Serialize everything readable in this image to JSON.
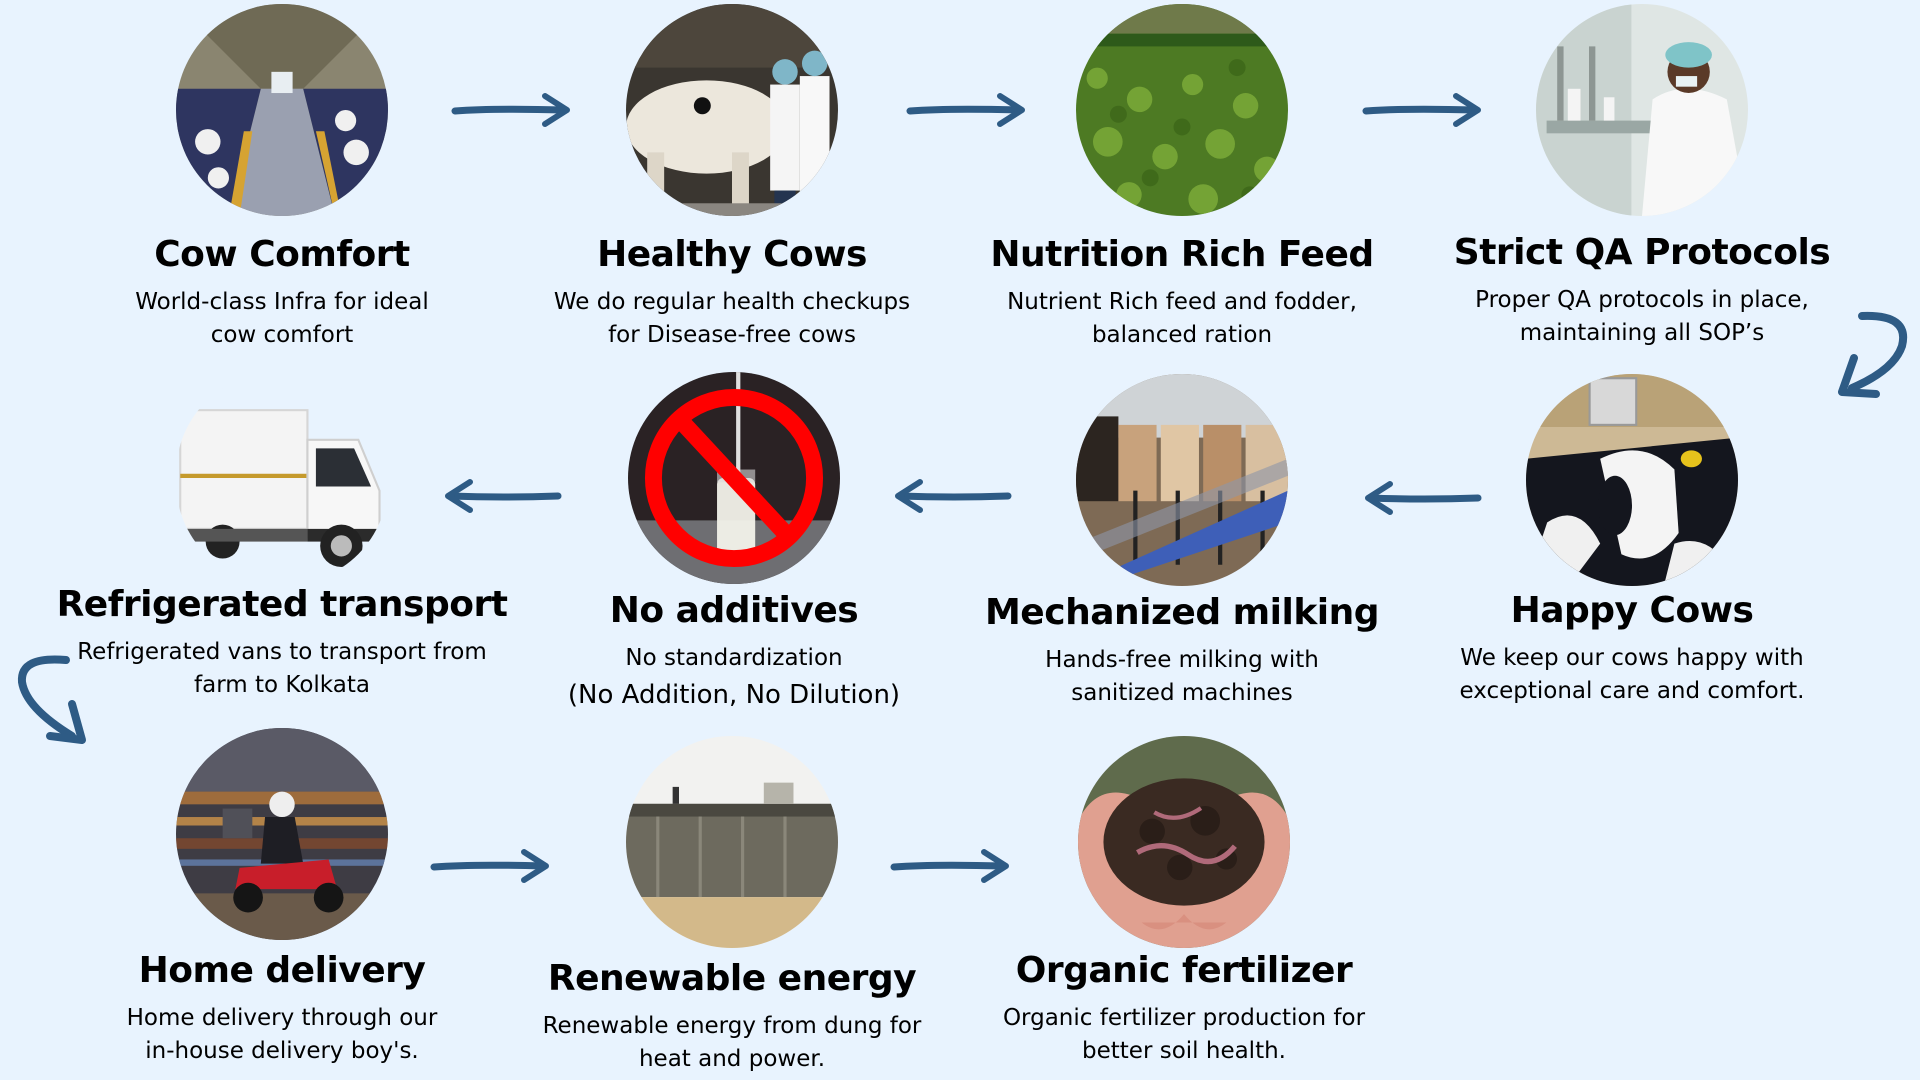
{
  "diagram": {
    "colors": {
      "background": "#e8f3fe",
      "arrow": "#2e5b85",
      "title_text": "#000000",
      "desc_text": "#111111"
    },
    "flow_order": [
      "cow-comfort",
      "healthy-cows",
      "nutrition-rich-feed",
      "strict-qa-protocols",
      "happy-cows",
      "mechanized-milking",
      "no-additives",
      "refrigerated-transport",
      "home-delivery",
      "renewable-energy",
      "organic-fertilizer"
    ],
    "steps": {
      "cow_comfort": {
        "title": "Cow Comfort",
        "desc_line1": "World-class Infra for ideal",
        "desc_line2": "cow comfort",
        "image": "cow-barn-photo"
      },
      "healthy_cows": {
        "title": "Healthy Cows",
        "desc_line1": "We do regular health checkups",
        "desc_line2": "for Disease-free cows",
        "image": "vet-checkup-photo"
      },
      "nutrition_rich_feed": {
        "title": "Nutrition Rich Feed",
        "desc_line1": "Nutrient Rich feed and fodder,",
        "desc_line2": "balanced ration",
        "image": "green-fodder-field-photo"
      },
      "strict_qa_protocols": {
        "title": "Strict QA Protocols",
        "desc_line1": "Proper QA protocols in place,",
        "desc_line2": "maintaining all SOP’s",
        "image": "lab-technician-photo"
      },
      "happy_cows": {
        "title": "Happy Cows",
        "desc_line1": "We keep our cows happy with",
        "desc_line2": "exceptional care and comfort.",
        "image": "holstein-cows-photo"
      },
      "mechanized_milking": {
        "title": "Mechanized milking",
        "desc_line1": "Hands-free milking with",
        "desc_line2": "sanitized machines",
        "image": "milking-parlor-photo"
      },
      "no_additives": {
        "title": "No additives",
        "desc_line1": "No standardization",
        "desc_line2": "(No Addition, No Dilution)",
        "image": "milk-glass-prohibited-photo"
      },
      "refrigerated_transport": {
        "title": "Refrigerated transport",
        "desc_line1": "Refrigerated vans to transport from",
        "desc_line2": "farm to Kolkata",
        "image": "refrigerated-van-photo"
      },
      "home_delivery": {
        "title": "Home delivery",
        "desc_line1": "Home delivery through our",
        "desc_line2": "in-house delivery boy's.",
        "image": "scooter-delivery-photo"
      },
      "renewable_energy": {
        "title": "Renewable energy",
        "desc_line1": "Renewable energy from dung for",
        "desc_line2": "heat and power.",
        "image": "biogas-plant-photo"
      },
      "organic_fertilizer": {
        "title": "Organic fertilizer",
        "desc_line1": "Organic fertilizer production for",
        "desc_line2": "better soil health.",
        "image": "vermicompost-hands-photo"
      }
    },
    "arrows": {
      "row1": [
        "arrow-right",
        "arrow-right",
        "arrow-right"
      ],
      "turn_right": "curved-arrow-down-left",
      "row2": [
        "arrow-left",
        "arrow-left",
        "arrow-left"
      ],
      "turn_left": "curved-arrow-down-right",
      "row3": [
        "arrow-right",
        "arrow-right"
      ]
    }
  }
}
